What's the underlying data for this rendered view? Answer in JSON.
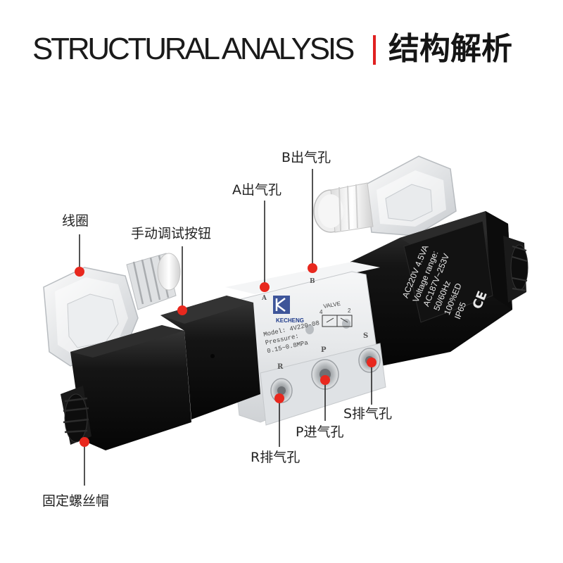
{
  "header": {
    "title_en": "STRUCTURAL ANALYSIS",
    "title_zh": "结构解析"
  },
  "labels": {
    "coil": "线圈",
    "manual_button": "手动调试按钮",
    "port_a": "A出气孔",
    "port_b": "B出气孔",
    "port_p": "P进气孔",
    "port_s": "S排气孔",
    "port_r": "R排气孔",
    "fixing_cap": "固定螺丝帽"
  },
  "valve_body": {
    "brand": "KECHENG",
    "model": "Model: 4V220-08",
    "pressure_label": "Pressure:",
    "pressure_value": "0.15~0.8MPa",
    "valve_text": "VALVE",
    "port_letter_a": "A",
    "port_letter_b": "B",
    "port_letter_r": "R",
    "port_letter_p": "P",
    "port_letter_s": "S",
    "schematic_num_left": "4",
    "schematic_num_right": "2"
  },
  "coil_spec": {
    "line1": "AC220V  4.5VA",
    "line2": "Voltage range:",
    "line3": "AC187V~253V",
    "line4": "50/60Hz",
    "line5": "100%ED",
    "line6": "IP65",
    "ce_mark": "CE"
  },
  "colors": {
    "accent_red": "#e02020",
    "marker_red": "#e8281e",
    "leader_line": "#1a1a1a",
    "solenoid_black": "#111111",
    "body_silver": "#e6e8ea"
  }
}
